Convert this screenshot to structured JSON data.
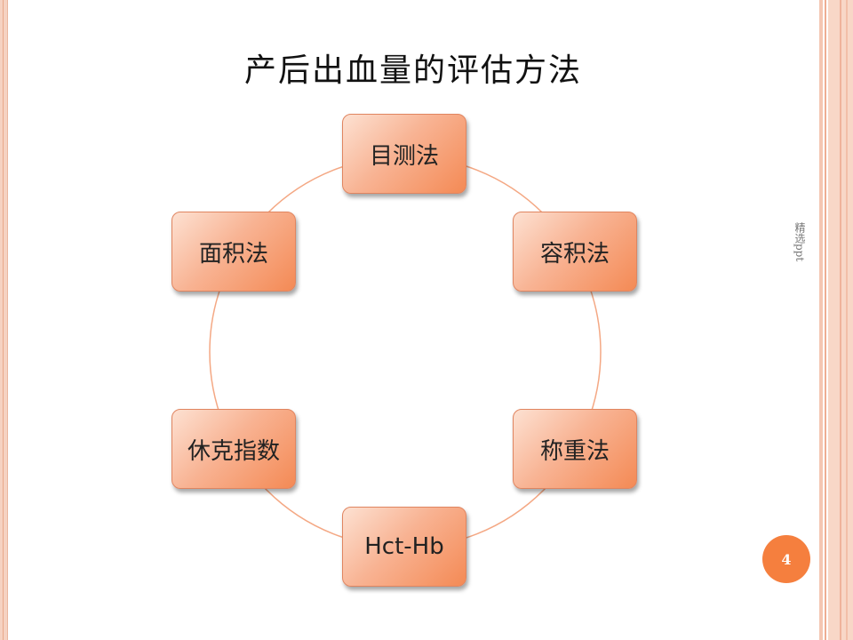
{
  "slide": {
    "title": "产后出血量的评估方法",
    "watermark": "精选ppt",
    "page_number": "4"
  },
  "diagram": {
    "type": "cycle",
    "nodes": [
      "目测法",
      "容积法",
      "称重法",
      "Hct-Hb",
      "休克指数",
      "面积法"
    ]
  },
  "colors": {
    "node_fill_start": "#fde1d2",
    "node_fill_end": "#f48a55",
    "ring": "#f4a884",
    "page_badge": "#f57f3e",
    "side_border": "#f6d2c2"
  }
}
